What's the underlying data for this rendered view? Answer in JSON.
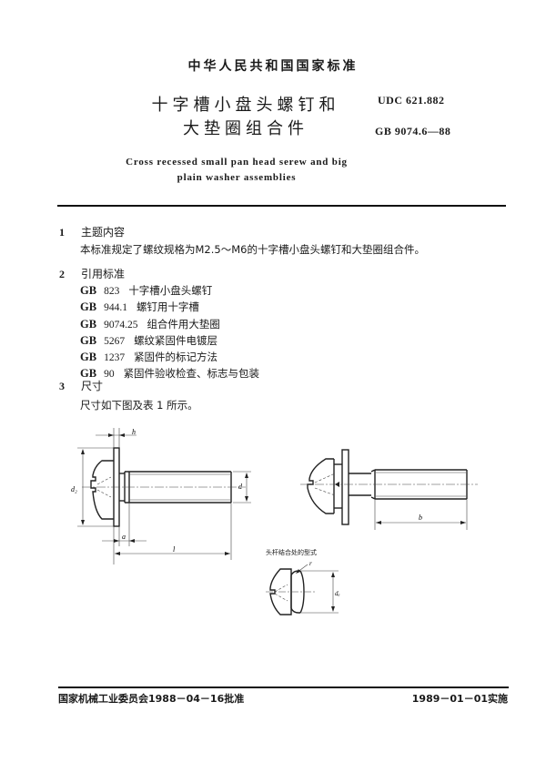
{
  "header": {
    "national_standard": "中华人民共和国国家标准",
    "title_zh_line1": "十字槽小盘头螺钉和",
    "title_zh_line2": "大垫圈组合件",
    "udc": "UDC  621.882",
    "standard_number": "GB  9074.6—88",
    "title_en_line1": "Cross recessed small pan head serew and big",
    "title_en_line2": "plain washer assemblies"
  },
  "sections": [
    {
      "number": "1",
      "title": "主题内容",
      "text": "本标准规定了螺纹规格为M2.5～M6的十字槽小盘头螺钉和大垫圈组合件。"
    },
    {
      "number": "2",
      "title": "引用标准",
      "references": [
        {
          "prefix": "GB",
          "code": "823",
          "title": "十字槽小盘头螺钉"
        },
        {
          "prefix": "GB",
          "code": "944.1",
          "title": "螺钉用十字槽"
        },
        {
          "prefix": "GB",
          "code": "9074.25",
          "title": "组合件用大垫圈"
        },
        {
          "prefix": "GB",
          "code": "5267",
          "title": "螺纹紧固件电镀层"
        },
        {
          "prefix": "GB",
          "code": "1237",
          "title": "紧固件的标记方法"
        },
        {
          "prefix": "GB",
          "code": "90",
          "title": "紧固件验收检查、标志与包装"
        }
      ]
    },
    {
      "number": "3",
      "title": "尺寸",
      "text": "尺寸如下图及表 1 所示。"
    }
  ],
  "figure": {
    "left_labels": {
      "h": "h",
      "d2": "d₂",
      "d": "d",
      "a": "a",
      "l": "l"
    },
    "right_labels": {
      "b": "b"
    },
    "detail_caption": "头杆结合处的型式",
    "detail_labels": {
      "r": "r",
      "da": "dₐ"
    }
  },
  "footer": {
    "approved": "国家机械工业委员会1988－04－16批准",
    "effective": "1989－01－01实施"
  }
}
